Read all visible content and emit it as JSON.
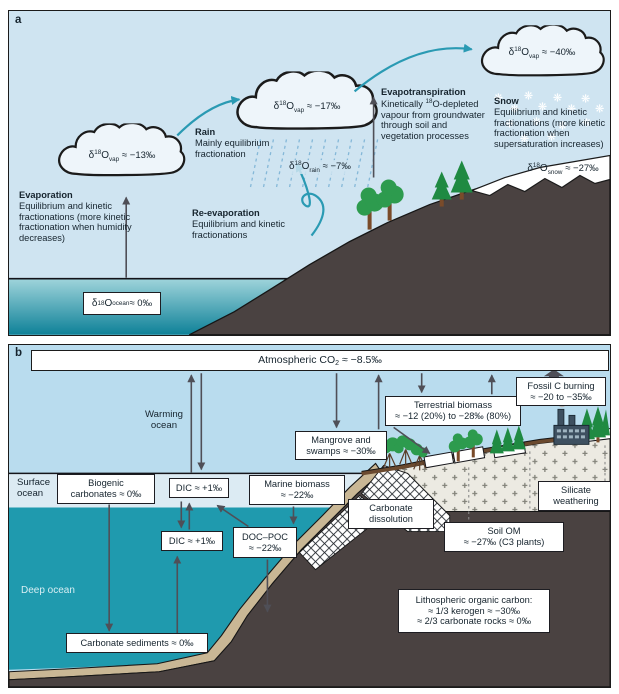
{
  "colors": {
    "sky_a": "#cfe4f1",
    "sky_b": "#b9dcee",
    "deep_ocean": "#1f9aae",
    "surface_ocean": "#dcebf3",
    "sand": "#c9b795",
    "land": "#4a4241",
    "teal_arrow": "#2a9ab3",
    "dark_arrow": "#4f4f57",
    "tree_green": "#2d9b4e",
    "granite": "#eceae2"
  },
  "panel_a": {
    "label": "a",
    "iso": {
      "delta": "δ",
      "mass": "18",
      "element": "O"
    },
    "iso_labels": {
      "vap1": {
        "sub": "vap",
        "val": "≈ −13‰"
      },
      "vap2": {
        "sub": "vap",
        "val": "≈ −17‰"
      },
      "vap3": {
        "sub": "vap",
        "val": "≈ −40‰"
      },
      "rain": {
        "sub": "rain",
        "val": "≈ −7‰"
      },
      "snow": {
        "sub": "snow",
        "val": "≈ −27‰"
      },
      "ocean": {
        "sub": "ocean",
        "val": "≈ 0‰"
      }
    },
    "labels": {
      "evaporation_title": "Evaporation",
      "evaporation_body": "Equilibrium and kinetic fractionations (more kinetic fractionation when humidity decreases)",
      "rain_title": "Rain",
      "rain_body": "Mainly equilibrium fractionation",
      "reevaporation_title": "Re-evaporation",
      "reevaporation_body": "Equilibrium and kinetic fractionations",
      "evapotranspiration_title": "Evapotranspiration",
      "evapo_b1": "Kinetically ",
      "evapo_sup": "18",
      "evapo_b2": "O-depleted vapour from groundwater through soil and vegetation processes",
      "snow_title": "Snow",
      "snow_body": "Equilibrium and kinetic fractionations (more kinetic fractionation when supersaturation increases)"
    }
  },
  "panel_b": {
    "label": "b",
    "banner": {
      "pre": "Atmospheric CO",
      "sub": "2",
      "post": " ≈ −8.5‰"
    },
    "labels": {
      "warming_1": "Warming",
      "warming_2": "ocean",
      "surface_1": "Surface",
      "surface_2": "ocean",
      "deep": "Deep ocean"
    },
    "boxes": {
      "biogenic_1": "Biogenic",
      "biogenic_2": "carbonates ≈ 0‰",
      "dic_surface": "DIC ≈ +1‰",
      "marine_1": "Marine biomass",
      "marine_2": "≈ −22‰",
      "dic_deep": "DIC ≈ +1‰",
      "docpoc_1": "DOC–POC",
      "docpoc_2": "≈ −22‰",
      "sediments": "Carbonate sediments ≈ 0‰",
      "mangrove_1": "Mangrove and",
      "mangrove_2": "swamps ≈ −30‰",
      "terrestrial_1": "Terrestrial biomass",
      "terrestrial_2": "≈ −12 (20%) to −28‰ (80%)",
      "fossil_1": "Fossil C burning",
      "fossil_2": "≈ −20 to −35‰",
      "carbdiss_1": "Carbonate",
      "carbdiss_2": "dissolution",
      "silicate_1": "Silicate",
      "silicate_2": "weathering",
      "soilom_1": "Soil OM",
      "soilom_2": "≈ −27‰ (C3 plants)",
      "litho_1": "Lithospheric organic carbon:",
      "litho_2": "≈ 1/3 kerogen ≈ −30‰",
      "litho_3": "≈ 2/3 carbonate rocks ≈ 0‰"
    }
  }
}
